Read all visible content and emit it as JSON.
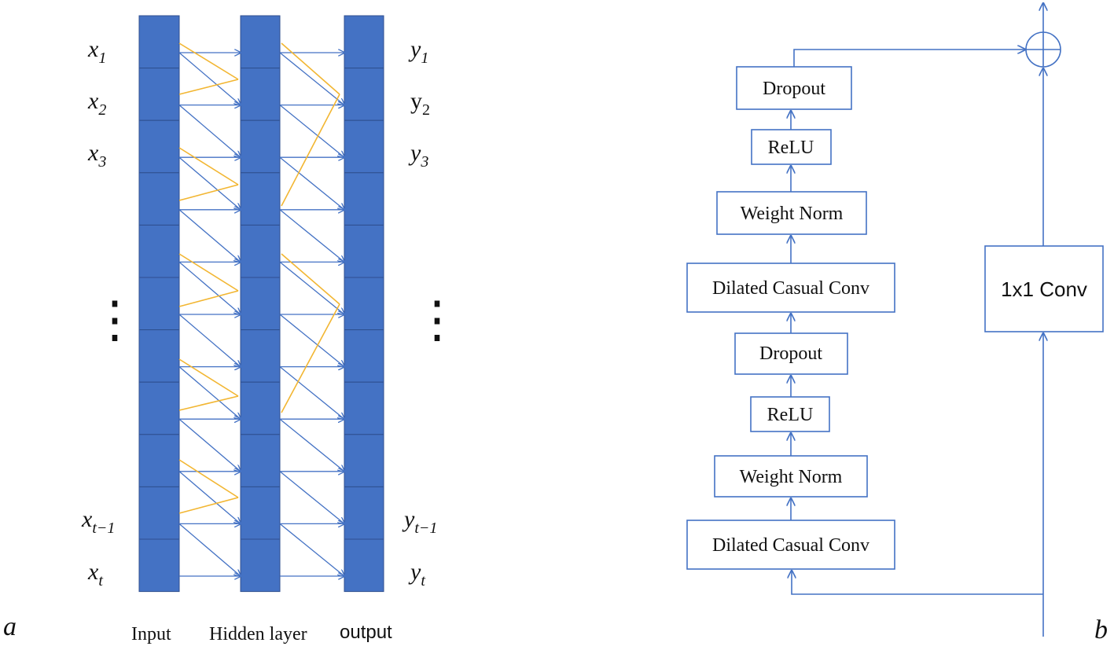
{
  "panel_a": {
    "letter": "a",
    "columns": {
      "input_label": "Input",
      "hidden_label": "Hidden layer",
      "output_label": "output"
    },
    "inputs": [
      {
        "base": "x",
        "sub": "1"
      },
      {
        "base": "x",
        "sub": "2"
      },
      {
        "base": "x",
        "sub": "3"
      },
      {
        "base": "x",
        "sub": "t−1"
      },
      {
        "base": "x",
        "sub": "t"
      }
    ],
    "outputs": [
      {
        "base": "y",
        "sub": "1"
      },
      {
        "base": "y",
        "sub": "2"
      },
      {
        "base": "y",
        "sub": "3"
      },
      {
        "base": "y",
        "sub": "t−1"
      },
      {
        "base": "y",
        "sub": "t"
      }
    ],
    "ellipsis": "⋮",
    "colors": {
      "cell": "#4472C4",
      "arrow": "#4472C4",
      "dilated": "#F2B632"
    }
  },
  "panel_b": {
    "letter": "b",
    "left_stack": [
      "Dilated Casual Conv",
      "Weight Norm",
      "ReLU",
      "Dropout",
      "Dilated Casual Conv",
      "Weight Norm",
      "ReLU",
      "Dropout"
    ],
    "residual_box": "1x1 Conv",
    "sum_symbol": "⊕",
    "colors": {
      "line": "#4472C4"
    }
  }
}
